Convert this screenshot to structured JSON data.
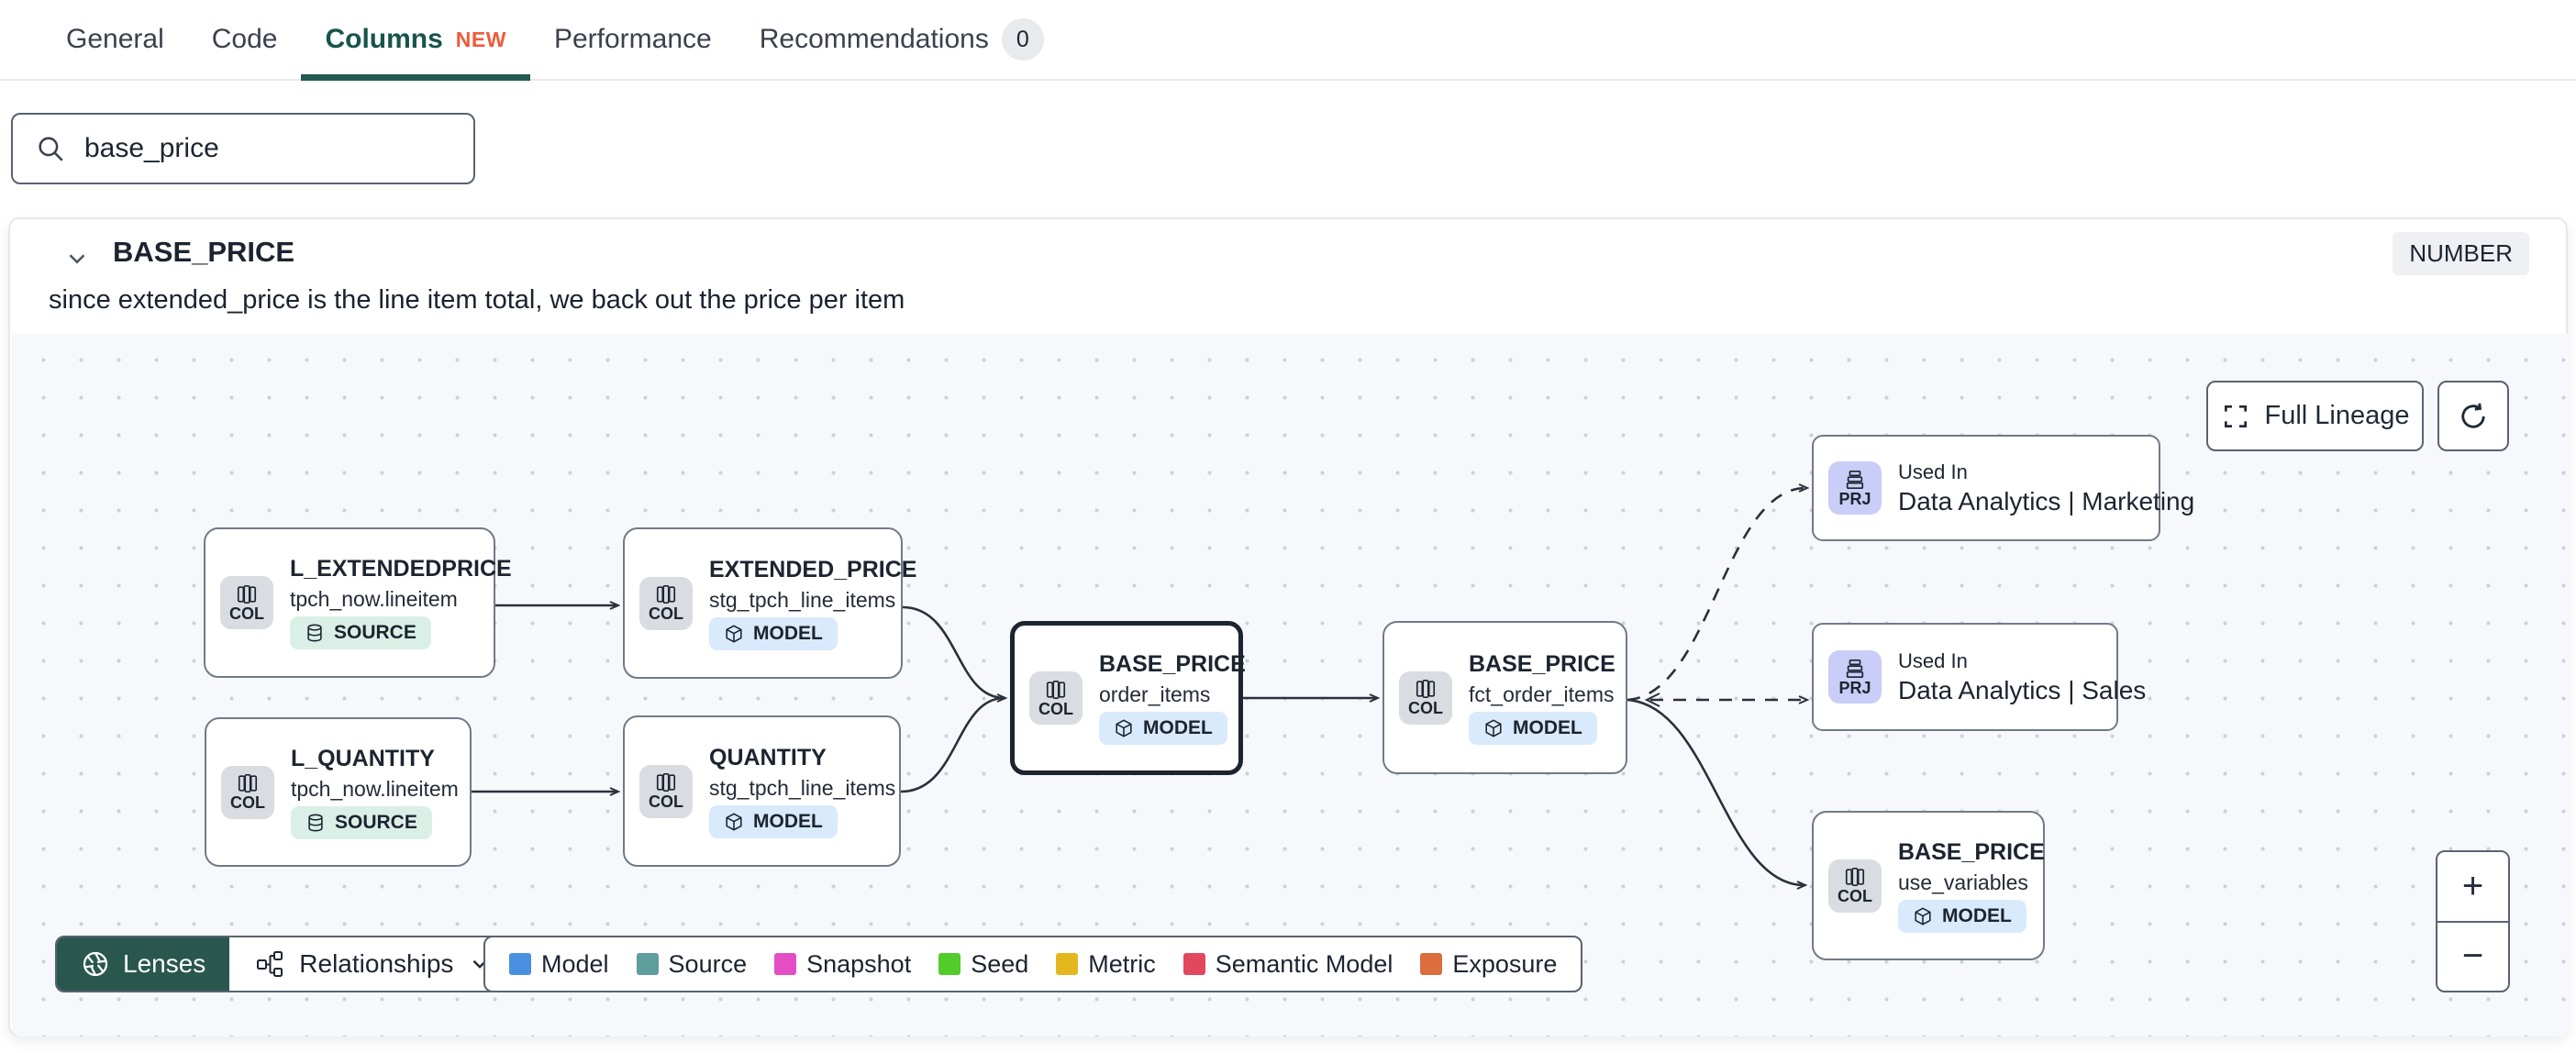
{
  "tabs": {
    "items": [
      {
        "label": "General"
      },
      {
        "label": "Code"
      },
      {
        "label": "Columns",
        "badge": "NEW"
      },
      {
        "label": "Performance"
      },
      {
        "label": "Recommendations",
        "count": "0"
      }
    ]
  },
  "search": {
    "value": "base_price"
  },
  "column": {
    "name": "BASE_PRICE",
    "type": "NUMBER",
    "description": "since extended_price is the line item total, we back out the price per item"
  },
  "lineage": {
    "full_lineage_label": "Full Lineage",
    "lenses_label": "Lenses",
    "relationships_label": "Relationships",
    "zoom_in": "+",
    "zoom_out": "−",
    "nodes": [
      {
        "badge": "COL",
        "title": "L_EXTENDEDPRICE",
        "subtitle": "tpch_now.lineitem",
        "pill": "SOURCE"
      },
      {
        "badge": "COL",
        "title": "EXTENDED_PRICE",
        "subtitle": "stg_tpch_line_items",
        "pill": "MODEL"
      },
      {
        "badge": "COL",
        "title": "L_QUANTITY",
        "subtitle": "tpch_now.lineitem",
        "pill": "SOURCE"
      },
      {
        "badge": "COL",
        "title": "QUANTITY",
        "subtitle": "stg_tpch_line_items",
        "pill": "MODEL"
      },
      {
        "badge": "COL",
        "title": "BASE_PRICE",
        "subtitle": "order_items",
        "pill": "MODEL"
      },
      {
        "badge": "COL",
        "title": "BASE_PRICE",
        "subtitle": "fct_order_items",
        "pill": "MODEL"
      },
      {
        "badge": "COL",
        "title": "BASE_PRICE",
        "subtitle": "use_variables",
        "pill": "MODEL"
      }
    ],
    "exposures": [
      {
        "badge": "PRJ",
        "kicker": "Used In",
        "title": "Data Analytics | Marketing"
      },
      {
        "badge": "PRJ",
        "kicker": "Used In",
        "title": "Data Analytics | Sales"
      }
    ],
    "legend": [
      {
        "label": "Model",
        "color": "#4a90e2"
      },
      {
        "label": "Source",
        "color": "#5f9e9c"
      },
      {
        "label": "Snapshot",
        "color": "#e44ec4"
      },
      {
        "label": "Seed",
        "color": "#53cb2a"
      },
      {
        "label": "Metric",
        "color": "#e3b81e"
      },
      {
        "label": "Semantic Model",
        "color": "#e2485d"
      },
      {
        "label": "Exposure",
        "color": "#dc6e3d"
      }
    ]
  },
  "colors": {
    "active_tab": "#235a53",
    "new_badge": "#ee5b3a",
    "canvas_bg": "#f7f8fb",
    "selected_node_border": "#1c2430",
    "edge": "#2a303c"
  }
}
